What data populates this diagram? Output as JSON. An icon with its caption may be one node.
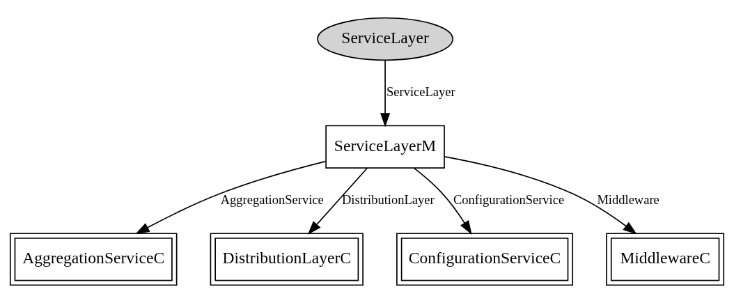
{
  "diagram": {
    "nodes": [
      {
        "text": [
          "ServiceLayer"
        ]
      },
      {
        "text": [
          "ServiceLayerM"
        ]
      },
      {
        "text": [
          "AggregationServiceC"
        ]
      },
      {
        "text": [
          "DistributionLayerC"
        ]
      },
      {
        "text": [
          "ConfigurationServiceC"
        ]
      },
      {
        "text": [
          "MiddlewareC"
        ]
      }
    ],
    "edges": [
      {
        "from": 0,
        "to": 1,
        "arrow": "to",
        "label": "ServiceLayer"
      },
      {
        "from": 1,
        "to": 2,
        "arrow": "to",
        "label": "AggregationService"
      },
      {
        "from": 1,
        "to": 3,
        "arrow": "to",
        "label": "DistributionLayer"
      },
      {
        "from": 1,
        "to": 4,
        "arrow": "to",
        "label": "ConfigurationService"
      },
      {
        "from": 1,
        "to": 5,
        "arrow": "to",
        "label": "Middleware"
      }
    ]
  }
}
